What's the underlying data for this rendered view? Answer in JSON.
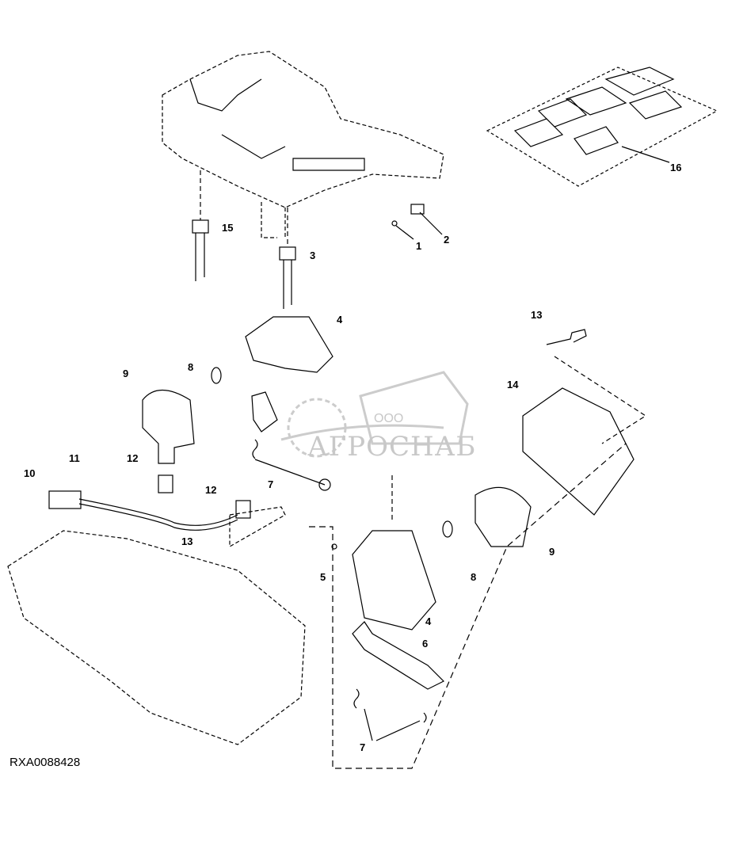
{
  "diagram_id": "RXA0088428",
  "watermark": {
    "prefix": "ООО",
    "brand": "АГРОСНАБ"
  },
  "callouts": [
    "15",
    "3",
    "1",
    "2",
    "16",
    "13",
    "4",
    "9",
    "8",
    "14",
    "10",
    "11",
    "12",
    "12",
    "7",
    "13",
    "5",
    "8",
    "9",
    "4",
    "6",
    "7"
  ]
}
